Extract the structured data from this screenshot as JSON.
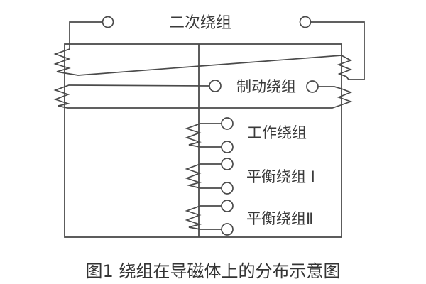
{
  "figure": {
    "caption": "图1 绕组在导磁体上的分布示意图"
  },
  "diagram": {
    "windings": {
      "secondary": {
        "label": "二次绕组",
        "terminals": 2
      },
      "brake": {
        "label": "制动绕组",
        "terminals": 2
      },
      "work": {
        "label": "工作绕组",
        "terminals": 2
      },
      "balance1": {
        "label": "平衡绕组 Ⅰ",
        "terminals": 2
      },
      "balance2": {
        "label": "平衡绕组Ⅱ",
        "terminals": 2
      }
    },
    "colors": {
      "line": "#4a4a4a",
      "text": "#3a3a3a",
      "background": "#ffffff"
    }
  }
}
